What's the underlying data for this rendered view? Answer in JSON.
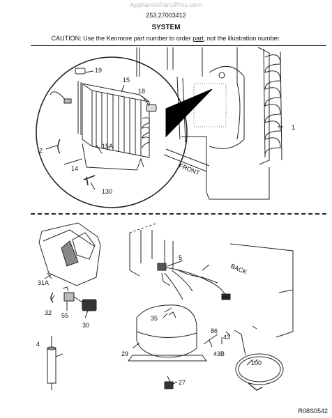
{
  "header": {
    "watermark": "AppliancePartsPros.com",
    "part_number": "253.27003412",
    "section_title": "SYSTEM",
    "caution_prefix": "CAUTION: Use the Kenmore part number to order ",
    "caution_link": "part",
    "caution_suffix": ", not the illustration number."
  },
  "callouts": {
    "c19": "19",
    "c15": "15",
    "c18": "18",
    "c2": "2",
    "c15a": "15A",
    "c14": "14",
    "c130": "130",
    "c1": "1",
    "front": "FRONT",
    "c31a": "31A",
    "c5": "5",
    "back": "BACK",
    "c32": "32",
    "c55": "55",
    "c30": "30",
    "c35": "35",
    "c86": "86",
    "c43": "43",
    "c43b": "43B",
    "c4": "4",
    "c29": "29",
    "c100": "100",
    "c27": "27"
  },
  "footer": {
    "diagram_code": "R08S0542"
  }
}
